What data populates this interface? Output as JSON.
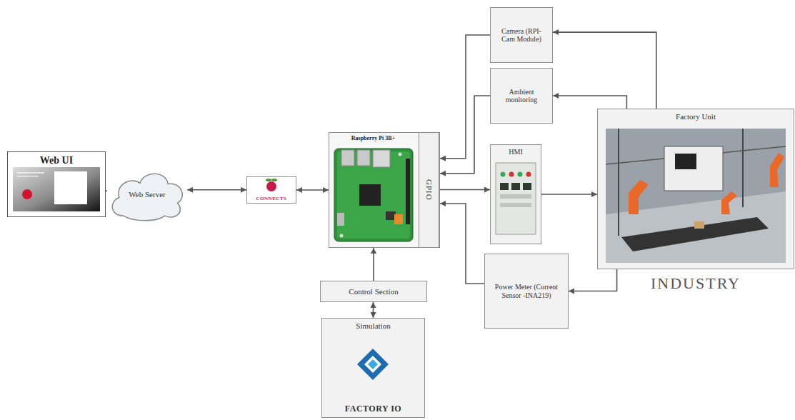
{
  "diagram": {
    "nodes": [
      {
        "text": [
          "Web UI"
        ]
      },
      {
        "text": [
          "Web Server"
        ]
      },
      {
        "text": [
          "CONNECTS"
        ]
      },
      {
        "text": [
          "Raspberry Pi 3B+"
        ]
      },
      {
        "text": [
          "GPIO"
        ],
        "in": 3
      },
      {
        "text": [
          "Camera (RPI-Cam Module)"
        ]
      },
      {
        "text": [
          "Ambient monitoring"
        ]
      },
      {
        "text": [
          "HMI"
        ]
      },
      {
        "text": [
          "Power Meter (Current Sensor -INA219)"
        ]
      },
      {
        "text": [
          "Factory Unit",
          "INDUSTRY"
        ]
      },
      {
        "text": [
          "Control Section"
        ]
      },
      {
        "text": [
          "Simulation",
          "FACTORY IO"
        ]
      }
    ],
    "edges": [
      {
        "from": 0,
        "to": 1,
        "arrow": "none"
      },
      {
        "from": 1,
        "to": 2,
        "arrow": "both"
      },
      {
        "from": 2,
        "to": 3,
        "arrow": "both"
      },
      {
        "from": 5,
        "to": 4,
        "arrow": "to"
      },
      {
        "from": 6,
        "to": 4,
        "arrow": "to"
      },
      {
        "from": 4,
        "to": 7,
        "arrow": "to"
      },
      {
        "from": 8,
        "to": 4,
        "arrow": "to"
      },
      {
        "from": 7,
        "to": 9,
        "arrow": "to"
      },
      {
        "from": 9,
        "to": 5,
        "arrow": "to"
      },
      {
        "from": 9,
        "to": 6,
        "arrow": "to"
      },
      {
        "from": 9,
        "to": 8,
        "arrow": "to"
      },
      {
        "from": 10,
        "to": 3,
        "arrow": "to"
      },
      {
        "from": 11,
        "to": 10,
        "arrow": "both"
      }
    ]
  }
}
